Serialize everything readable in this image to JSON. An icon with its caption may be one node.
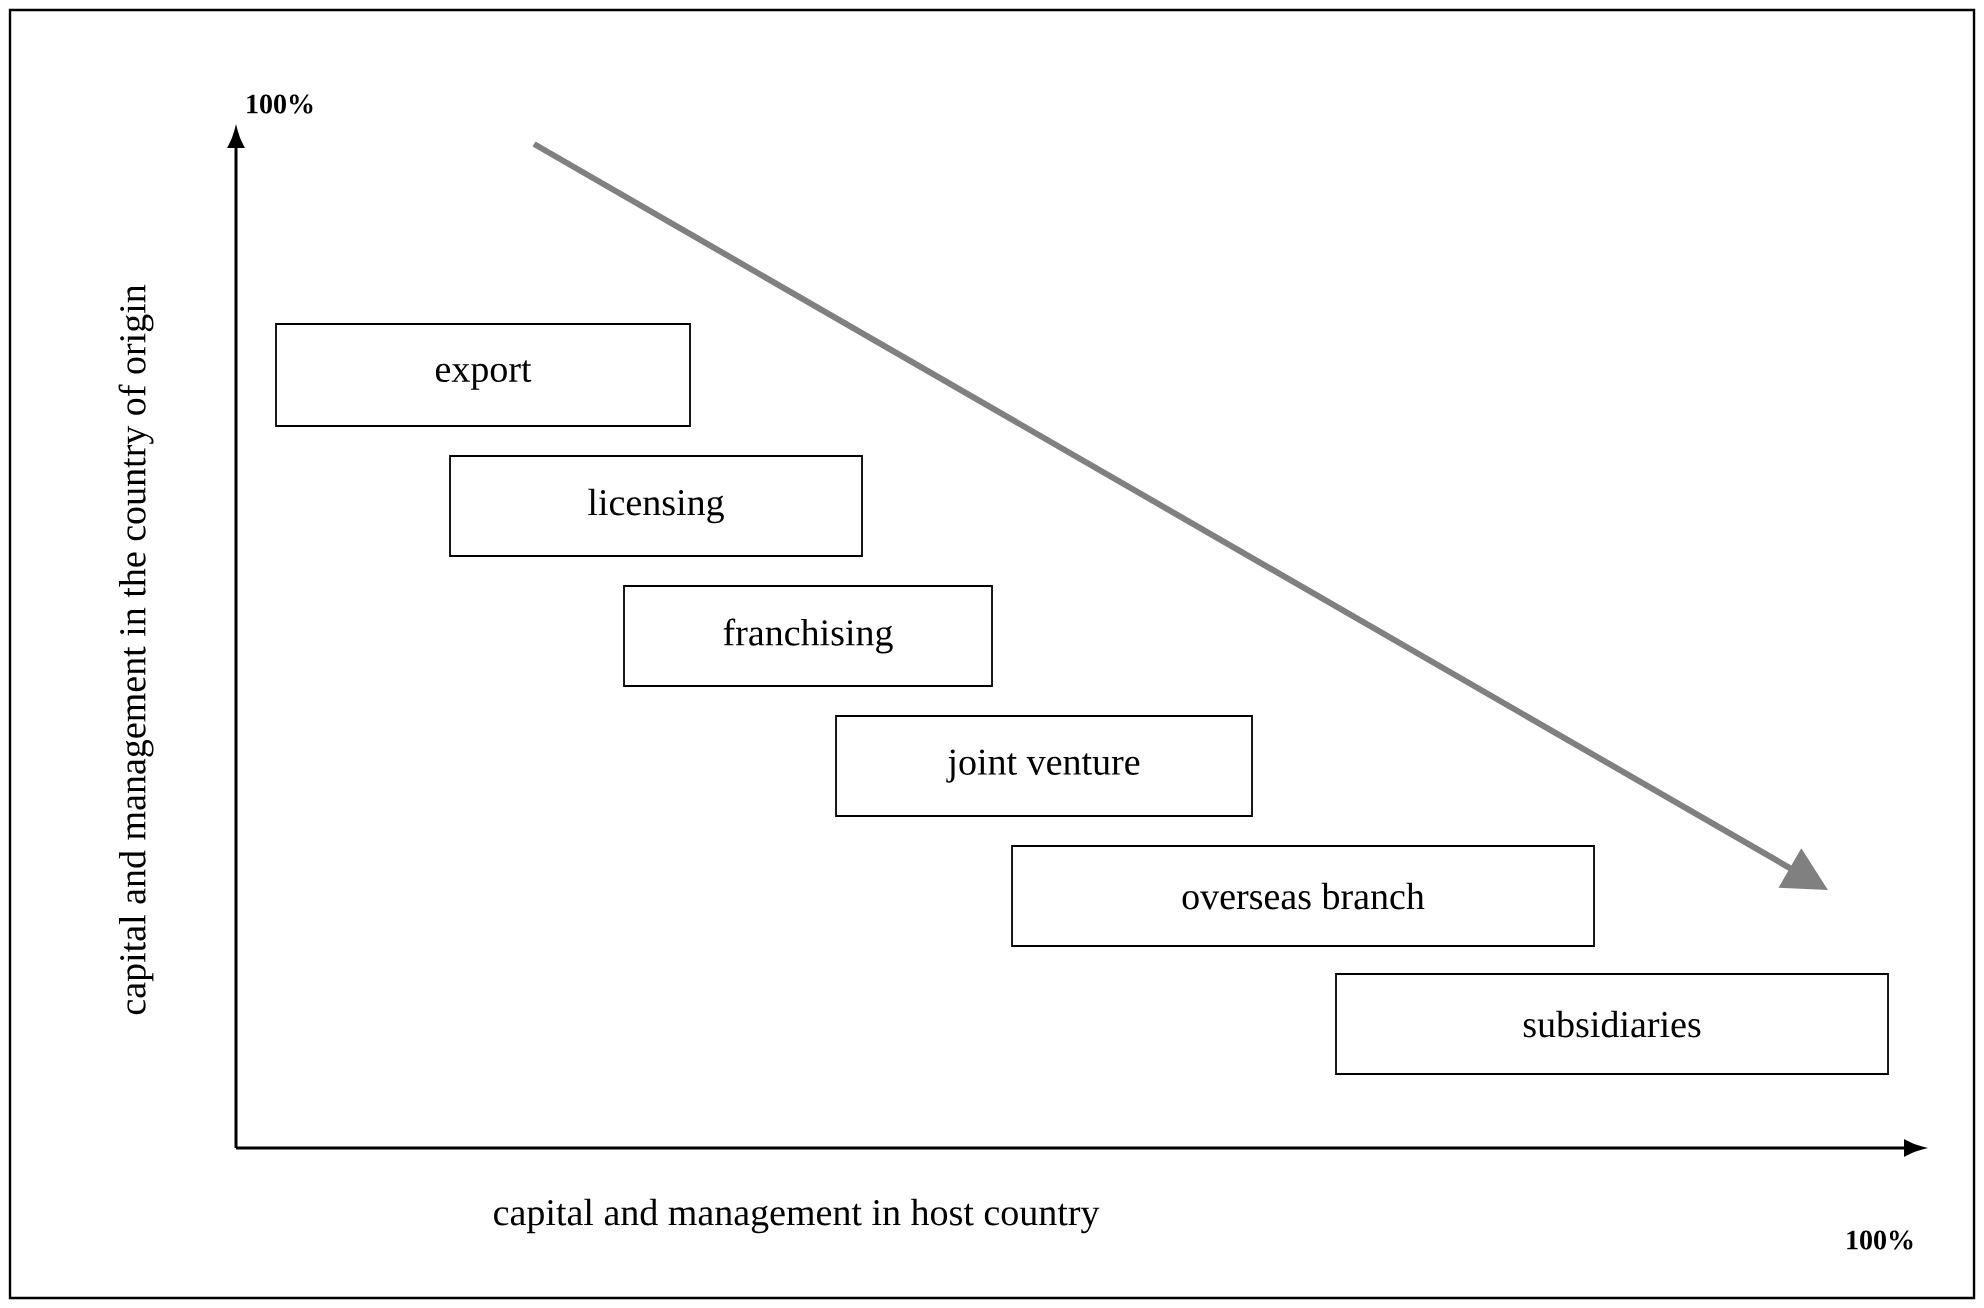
{
  "diagram": {
    "nodes": [
      {
        "text": [
          "export"
        ]
      },
      {
        "text": [
          "licensing"
        ]
      },
      {
        "text": [
          "franchising"
        ]
      },
      {
        "text": [
          "joint venture"
        ]
      },
      {
        "text": [
          "overseas branch"
        ]
      },
      {
        "text": [
          "subsidiaries"
        ]
      }
    ],
    "labels": [
      "100%",
      "capital and management in the country of origin",
      "capital and management in host country",
      "100%"
    ]
  }
}
